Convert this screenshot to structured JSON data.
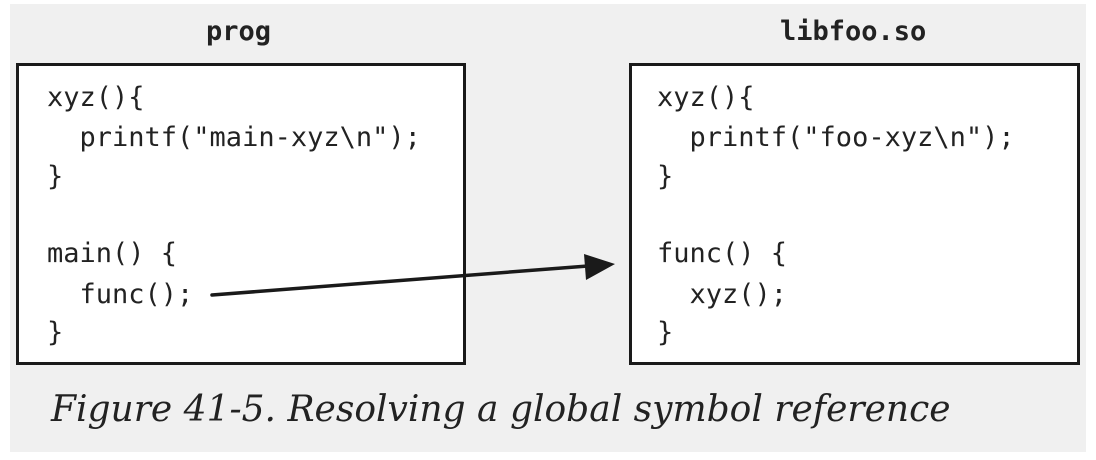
{
  "left_box": {
    "title": "prog",
    "lines": [
      "xyz(){",
      "  printf(\"main-xyz\\n\");",
      "}",
      "main() {",
      "  func();",
      "}"
    ]
  },
  "right_box": {
    "title": "libfoo.so",
    "lines": [
      "xyz(){",
      "  printf(\"foo-xyz\\n\");",
      "}",
      "func() {",
      "  xyz();",
      "}"
    ]
  },
  "caption": "Figure 41-5. Resolving a global symbol reference",
  "colors": {
    "background": "#f0f0f0",
    "box_fill": "#ffffff",
    "stroke": "#1a1a1a",
    "text": "#222222"
  }
}
